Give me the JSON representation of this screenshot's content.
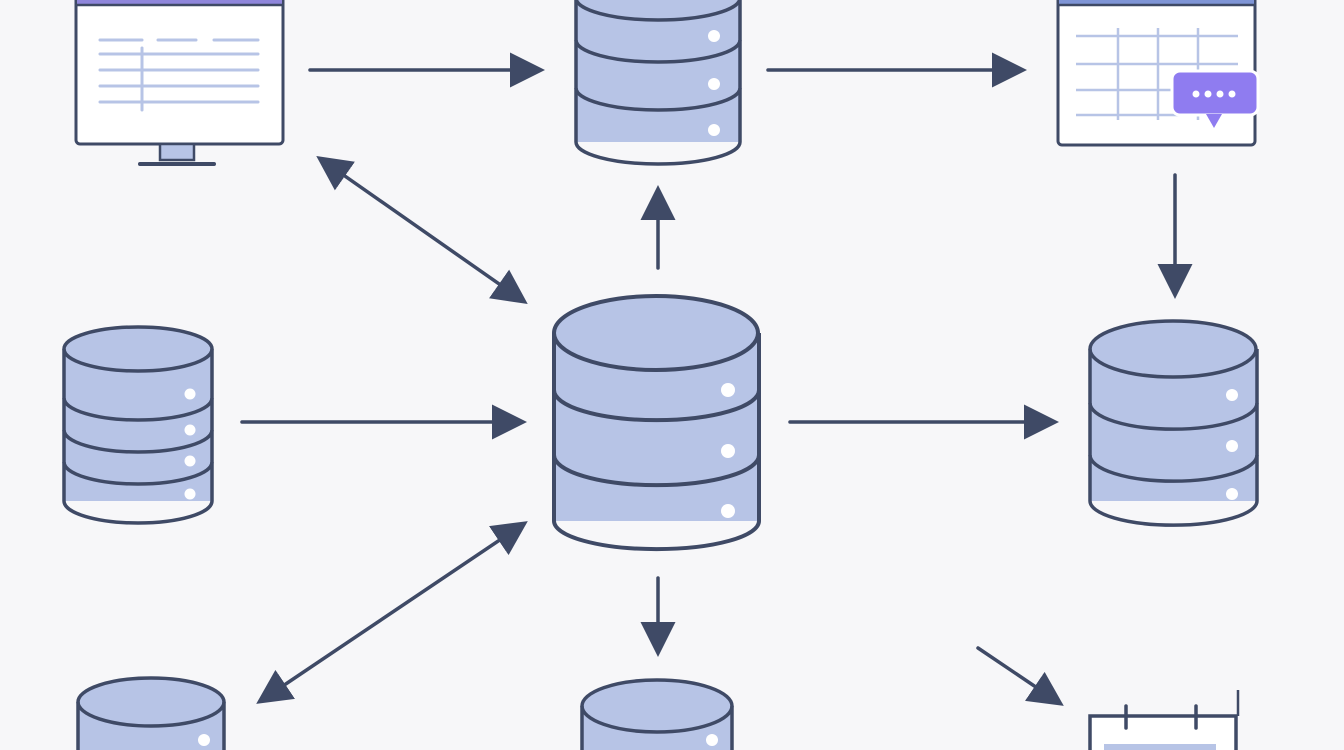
{
  "diagram": {
    "style": {
      "background": "#f7f7f9",
      "stroke": "#3f4a66",
      "db_fill": "#b7c4e6",
      "screen_fill": "#ffffff",
      "accent_bar": "#8f86db",
      "chat_bubble": "#8f7cf0",
      "arrow": "#3f4a66"
    },
    "nodes": [
      {
        "id": "monitor",
        "kind": "monitor",
        "icon": "monitor-form-icon"
      },
      {
        "id": "db_top_center",
        "kind": "database",
        "icon": "database-icon"
      },
      {
        "id": "table_chat",
        "kind": "table-window",
        "icon": "table-chat-icon"
      },
      {
        "id": "db_left",
        "kind": "database",
        "icon": "database-icon"
      },
      {
        "id": "db_center",
        "kind": "database",
        "icon": "database-icon"
      },
      {
        "id": "db_right",
        "kind": "database",
        "icon": "database-icon"
      },
      {
        "id": "db_bottom_left",
        "kind": "database",
        "icon": "database-icon"
      },
      {
        "id": "db_bottom_center",
        "kind": "database",
        "icon": "database-icon"
      },
      {
        "id": "calendar",
        "kind": "calendar",
        "icon": "calendar-icon"
      }
    ],
    "edges": [
      {
        "from": "monitor",
        "to": "db_top_center",
        "direction": "forward"
      },
      {
        "from": "db_top_center",
        "to": "table_chat",
        "direction": "forward"
      },
      {
        "from": "monitor",
        "to": "db_center",
        "direction": "both"
      },
      {
        "from": "db_center",
        "to": "db_top_center",
        "direction": "forward"
      },
      {
        "from": "table_chat",
        "to": "db_right",
        "direction": "forward"
      },
      {
        "from": "db_left",
        "to": "db_center",
        "direction": "forward"
      },
      {
        "from": "db_center",
        "to": "db_right",
        "direction": "forward"
      },
      {
        "from": "db_bottom_left",
        "to": "db_center",
        "direction": "both"
      },
      {
        "from": "db_center",
        "to": "db_bottom_center",
        "direction": "forward"
      },
      {
        "from": "db_right",
        "to": "calendar",
        "direction": "forward"
      }
    ]
  }
}
